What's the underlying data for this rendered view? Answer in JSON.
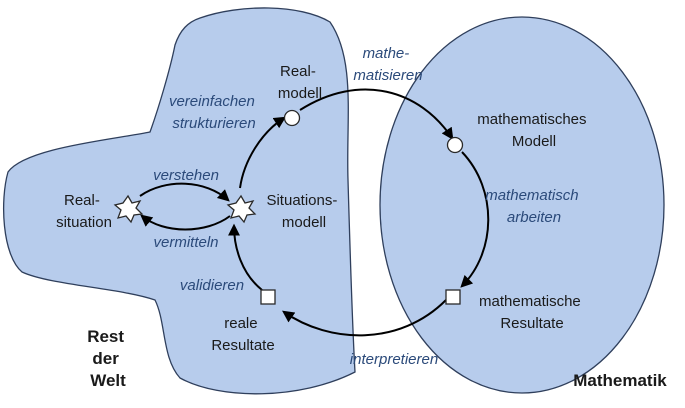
{
  "regions": {
    "rest_der_welt": [
      "Rest",
      "der",
      "Welt"
    ],
    "mathematik": "Mathematik"
  },
  "nodes": {
    "realsituation": [
      "Real-",
      "situation"
    ],
    "situationsmodell": [
      "Situations-",
      "modell"
    ],
    "realmodell": [
      "Real-",
      "modell"
    ],
    "mathematisches_modell": [
      "mathematisches",
      "Modell"
    ],
    "mathematische_resultate": [
      "mathematische",
      "Resultate"
    ],
    "reale_resultate": [
      "reale",
      "Resultate"
    ]
  },
  "transitions": {
    "verstehen": "verstehen",
    "vermitteln": "vermitteln",
    "vereinfachen": [
      "vereinfachen",
      "strukturieren"
    ],
    "mathematisieren": [
      "mathe-",
      "matisieren"
    ],
    "mathematisch_arbeiten": [
      "mathematisch",
      "arbeiten"
    ],
    "interpretieren": "interpretieren",
    "validieren": "validieren"
  },
  "colors": {
    "region_fill": "#b7ccec",
    "region_stroke": "#2f3f5c",
    "arrow": "#000000",
    "verb_text": "#2b4a7a"
  }
}
